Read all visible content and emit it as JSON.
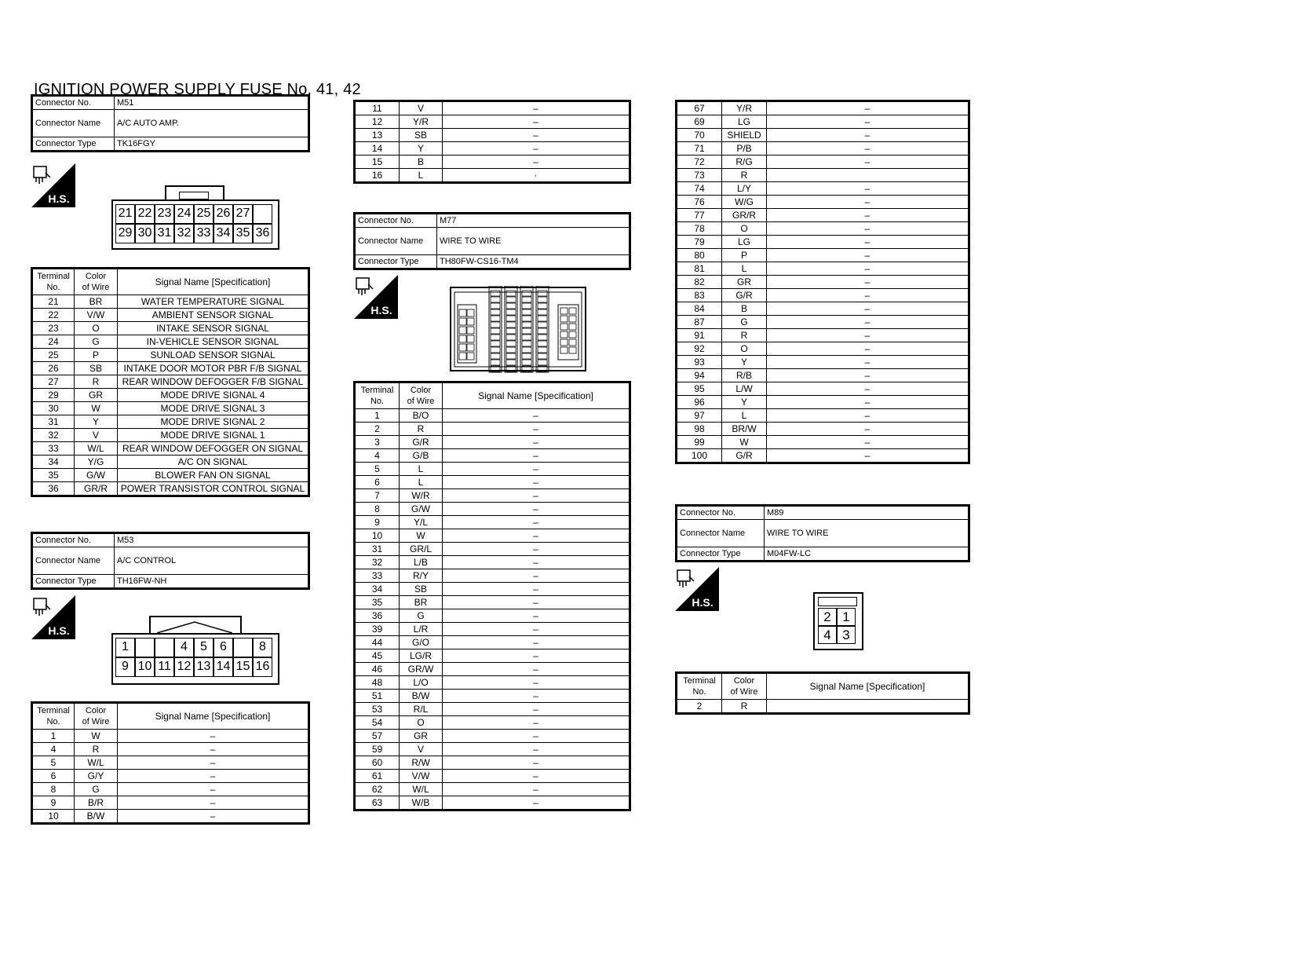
{
  "title": "IGNITION POWER SUPPLY FUSE No. 41, 42",
  "labels": {
    "connector_no": "Connector No.",
    "connector_name": "Connector Name",
    "connector_type": "Connector Type",
    "terminal_no_1": "Terminal",
    "terminal_no_2": "No.",
    "color_1": "Color",
    "color_2": "of Wire",
    "signal_name": "Signal Name [Specification]",
    "hs_badge": "H.S."
  },
  "m51": {
    "no": "M51",
    "name": "A/C AUTO AMP.",
    "type": "TK16FGY",
    "pins_top": [
      "21",
      "22",
      "23",
      "24",
      "25",
      "26",
      "27",
      ""
    ],
    "pins_bottom": [
      "29",
      "30",
      "31",
      "32",
      "33",
      "34",
      "35",
      "36"
    ],
    "rows": [
      [
        "21",
        "BR",
        "WATER TEMPERATURE SIGNAL"
      ],
      [
        "22",
        "V/W",
        "AMBIENT SENSOR SIGNAL"
      ],
      [
        "23",
        "O",
        "INTAKE SENSOR SIGNAL"
      ],
      [
        "24",
        "G",
        "IN-VEHICLE SENSOR SIGNAL"
      ],
      [
        "25",
        "P",
        "SUNLOAD SENSOR SIGNAL"
      ],
      [
        "26",
        "SB",
        "INTAKE DOOR MOTOR PBR F/B SIGNAL"
      ],
      [
        "27",
        "R",
        "REAR WINDOW DEFOGGER F/B SIGNAL"
      ],
      [
        "29",
        "GR",
        "MODE DRIVE SIGNAL 4"
      ],
      [
        "30",
        "W",
        "MODE DRIVE SIGNAL 3"
      ],
      [
        "31",
        "Y",
        "MODE DRIVE SIGNAL 2"
      ],
      [
        "32",
        "V",
        "MODE DRIVE SIGNAL 1"
      ],
      [
        "33",
        "W/L",
        "REAR WINDOW DEFOGGER ON SIGNAL"
      ],
      [
        "34",
        "Y/G",
        "A/C ON SIGNAL"
      ],
      [
        "35",
        "G/W",
        "BLOWER FAN ON SIGNAL"
      ],
      [
        "36",
        "GR/R",
        "POWER TRANSISTOR CONTROL SIGNAL"
      ]
    ]
  },
  "m53": {
    "no": "M53",
    "name": "A/C CONTROL",
    "type": "TH16FW-NH",
    "pins_top": [
      "1",
      "",
      "",
      "4",
      "5",
      "6",
      "",
      "8"
    ],
    "pins_bottom": [
      "9",
      "10",
      "11",
      "12",
      "13",
      "14",
      "15",
      "16"
    ],
    "rows": [
      [
        "1",
        "W",
        "–"
      ],
      [
        "4",
        "R",
        "–"
      ],
      [
        "5",
        "W/L",
        "–"
      ],
      [
        "6",
        "G/Y",
        "–"
      ],
      [
        "8",
        "G",
        "–"
      ],
      [
        "9",
        "B/R",
        "–"
      ],
      [
        "10",
        "B/W",
        "–"
      ]
    ]
  },
  "m77_top_rows": [
    [
      "11",
      "V",
      "–"
    ],
    [
      "12",
      "Y/R",
      "–"
    ],
    [
      "13",
      "SB",
      "–"
    ],
    [
      "14",
      "Y",
      "–"
    ],
    [
      "15",
      "B",
      "–"
    ],
    [
      "16",
      "L",
      "·"
    ]
  ],
  "m77": {
    "no": "M77",
    "name": "WIRE TO WIRE",
    "type": "TH80FW-CS16-TM4",
    "rows": [
      [
        "1",
        "B/O",
        "–"
      ],
      [
        "2",
        "R",
        "–"
      ],
      [
        "3",
        "G/R",
        "–"
      ],
      [
        "4",
        "G/B",
        "–"
      ],
      [
        "5",
        "L",
        "–"
      ],
      [
        "6",
        "L",
        "–"
      ],
      [
        "7",
        "W/R",
        "–"
      ],
      [
        "8",
        "G/W",
        "–"
      ],
      [
        "9",
        "Y/L",
        "–"
      ],
      [
        "10",
        "W",
        "–"
      ],
      [
        "31",
        "GR/L",
        "–"
      ],
      [
        "32",
        "L/B",
        "–"
      ],
      [
        "33",
        "R/Y",
        "–"
      ],
      [
        "34",
        "SB",
        "–"
      ],
      [
        "35",
        "BR",
        "–"
      ],
      [
        "36",
        "G",
        "–"
      ],
      [
        "39",
        "L/R",
        "–"
      ],
      [
        "44",
        "G/O",
        "–"
      ],
      [
        "45",
        "LG/R",
        "–"
      ],
      [
        "46",
        "GR/W",
        "–"
      ],
      [
        "48",
        "L/O",
        "–"
      ],
      [
        "51",
        "B/W",
        "–"
      ],
      [
        "53",
        "R/L",
        "–"
      ],
      [
        "54",
        "O",
        "–"
      ],
      [
        "57",
        "GR",
        "–"
      ],
      [
        "59",
        "V",
        "–"
      ],
      [
        "60",
        "R/W",
        "–"
      ],
      [
        "61",
        "V/W",
        "–"
      ],
      [
        "62",
        "W/L",
        "–"
      ],
      [
        "63",
        "W/B",
        "–"
      ]
    ]
  },
  "m77_cont_rows": [
    [
      "67",
      "Y/R",
      "–"
    ],
    [
      "69",
      "LG",
      "–"
    ],
    [
      "70",
      "SHIELD",
      "–"
    ],
    [
      "71",
      "P/B",
      "–"
    ],
    [
      "72",
      "R/G",
      "–"
    ],
    [
      "73",
      "R",
      ""
    ],
    [
      "74",
      "L/Y",
      "–"
    ],
    [
      "76",
      "W/G",
      "–"
    ],
    [
      "77",
      "GR/R",
      "–"
    ],
    [
      "78",
      "O",
      "–"
    ],
    [
      "79",
      "LG",
      "–"
    ],
    [
      "80",
      "P",
      "–"
    ],
    [
      "81",
      "L",
      "–"
    ],
    [
      "82",
      "GR",
      "–"
    ],
    [
      "83",
      "G/R",
      "–"
    ],
    [
      "84",
      "B",
      "–"
    ],
    [
      "87",
      "G",
      "–"
    ],
    [
      "91",
      "R",
      "–"
    ],
    [
      "92",
      "O",
      "–"
    ],
    [
      "93",
      "Y",
      "–"
    ],
    [
      "94",
      "R/B",
      "–"
    ],
    [
      "95",
      "L/W",
      "–"
    ],
    [
      "96",
      "Y",
      "–"
    ],
    [
      "97",
      "L",
      "–"
    ],
    [
      "98",
      "BR/W",
      "–"
    ],
    [
      "99",
      "W",
      "–"
    ],
    [
      "100",
      "G/R",
      "–"
    ]
  ],
  "m89": {
    "no": "M89",
    "name": "WIRE TO WIRE",
    "type": "M04FW-LC",
    "pins": [
      "2",
      "1",
      "4",
      "3"
    ],
    "rows": [
      [
        "2",
        "R",
        ""
      ]
    ]
  }
}
